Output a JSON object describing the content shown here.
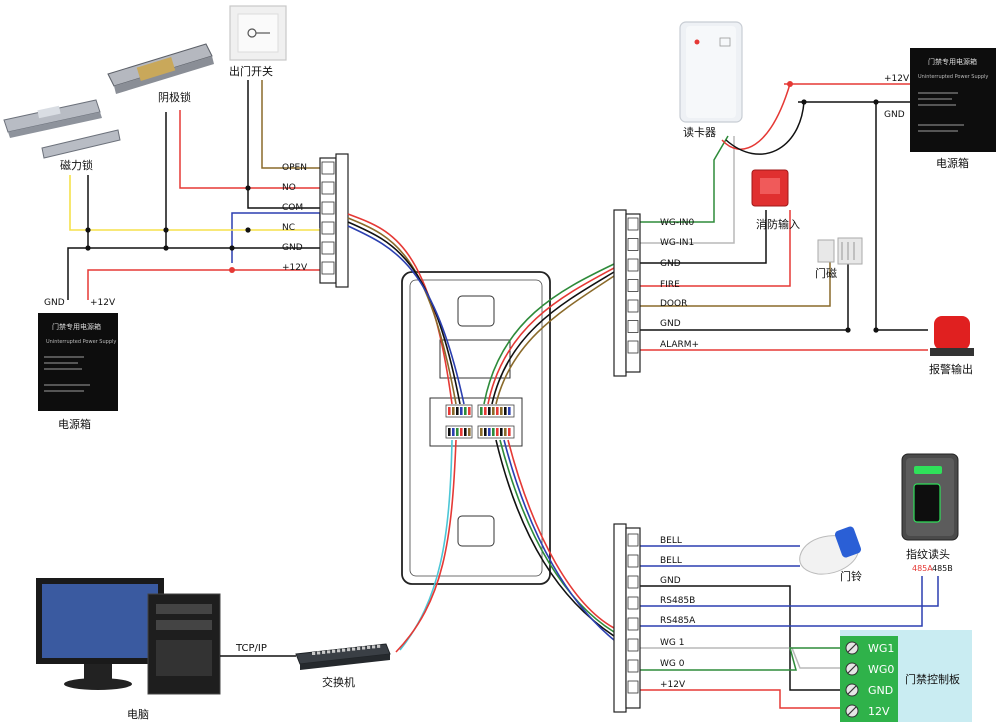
{
  "colors": {
    "red": "#e53935",
    "black": "#111111",
    "yellow": "#f5e14a",
    "blue": "#2b3fb0",
    "green": "#2e8b3a",
    "brown": "#8a6a2a",
    "gray": "#b8b8b8",
    "panel_bg": "#c9ecf2",
    "terminal_green": "#2fb24a"
  },
  "devices": {
    "mag_lock": "磁力锁",
    "strike_lock": "阴极锁",
    "exit_button": "出门开关",
    "psu_left": "电源箱",
    "psu_right": "电源箱",
    "card_reader": "读卡器",
    "fire_input": "消防输入",
    "door_sensor": "门磁",
    "alarm_output": "报警输出",
    "fingerprint": "指纹读头",
    "door_bell": "门铃",
    "switch": "交换机",
    "computer": "电脑",
    "controller_panel": "门禁控制板"
  },
  "psu_box": {
    "title": "门禁专用电源箱",
    "subtitle": "Uninterrupted Power Supply"
  },
  "left_terminal": [
    "OPEN",
    "NO",
    "COM",
    "NC",
    "GND",
    "+12V"
  ],
  "left_psu_labels": {
    "gnd": "GND",
    "v12": "+12V"
  },
  "right_psu_labels": {
    "v12": "+12V",
    "gnd": "GND"
  },
  "right_top_terminal": [
    "WG-IN0",
    "WG-IN1",
    "GND",
    "FIRE",
    "DOOR",
    "GND",
    "ALARM+"
  ],
  "right_bottom_terminal": [
    "BELL",
    "BELL",
    "GND",
    "RS485B",
    "RS485A",
    "WG 1",
    "WG 0",
    "+12V"
  ],
  "fingerprint_pins": {
    "a": "485A",
    "b": "485B"
  },
  "controller_terminals": [
    "WG1",
    "WG0",
    "GND",
    "12V"
  ],
  "network_label": "TCP/IP"
}
